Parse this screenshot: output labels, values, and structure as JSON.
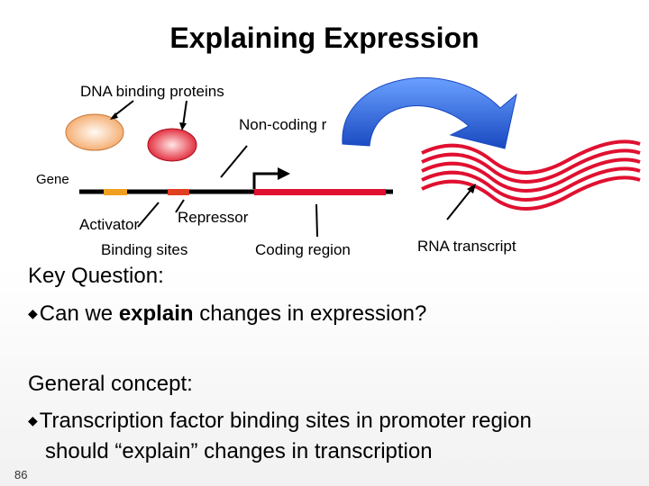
{
  "title": "Explaining Expression",
  "diagram": {
    "labels": {
      "dna_binding_proteins": "DNA binding proteins",
      "non_coding": "Non-coding r",
      "gene": "Gene",
      "activator": "Activator",
      "repressor": "Repressor",
      "binding_sites": "Binding sites",
      "coding_region": "Coding region",
      "rna_transcript": "RNA transcript"
    },
    "colors": {
      "activator_protein": "#f8c090",
      "repressor_protein": "#e8303a",
      "dna": "#000000",
      "activator_site": "#f0a020",
      "repressor_site": "#e04020",
      "coding": "#e01030",
      "arrow": "#2060d8",
      "rna": "#e01030"
    }
  },
  "key_question": {
    "heading": "Key Question:",
    "bullet_prefix": "Can we ",
    "bullet_bold": "explain",
    "bullet_suffix": " changes in expression?"
  },
  "general_concept": {
    "heading": "General concept:",
    "line1": "Transcription factor binding sites in promoter region",
    "line2": "should “explain” changes in transcription"
  },
  "page_number": "86"
}
